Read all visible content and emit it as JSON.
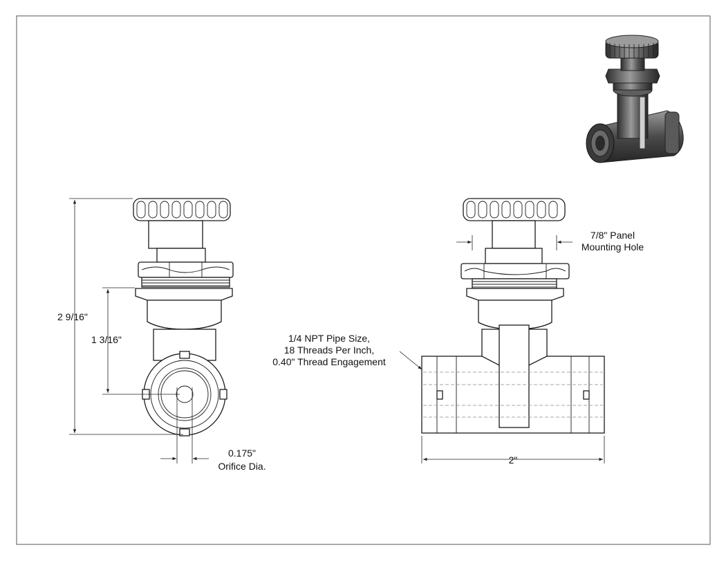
{
  "dimensions": {
    "overall_height": "2 9/16\"",
    "inlet_height": "1 3/16\"",
    "orifice_line1": "0.175\"",
    "orifice_line2": "Orifice Dia.",
    "panel_line1": "7/8\" Panel",
    "panel_line2": "Mounting Hole",
    "pipe_line1": "1/4 NPT Pipe Size,",
    "pipe_line2": "18 Threads Per Inch,",
    "pipe_line3": "0.40\" Thread Engagement",
    "overall_length": "2\""
  },
  "colors": {
    "line": "#1a1a1a",
    "hidden_line": "#888888",
    "render_dark": "#3a3a3a",
    "render_mid": "#7a7a7a",
    "render_light": "#c8c8c8"
  }
}
